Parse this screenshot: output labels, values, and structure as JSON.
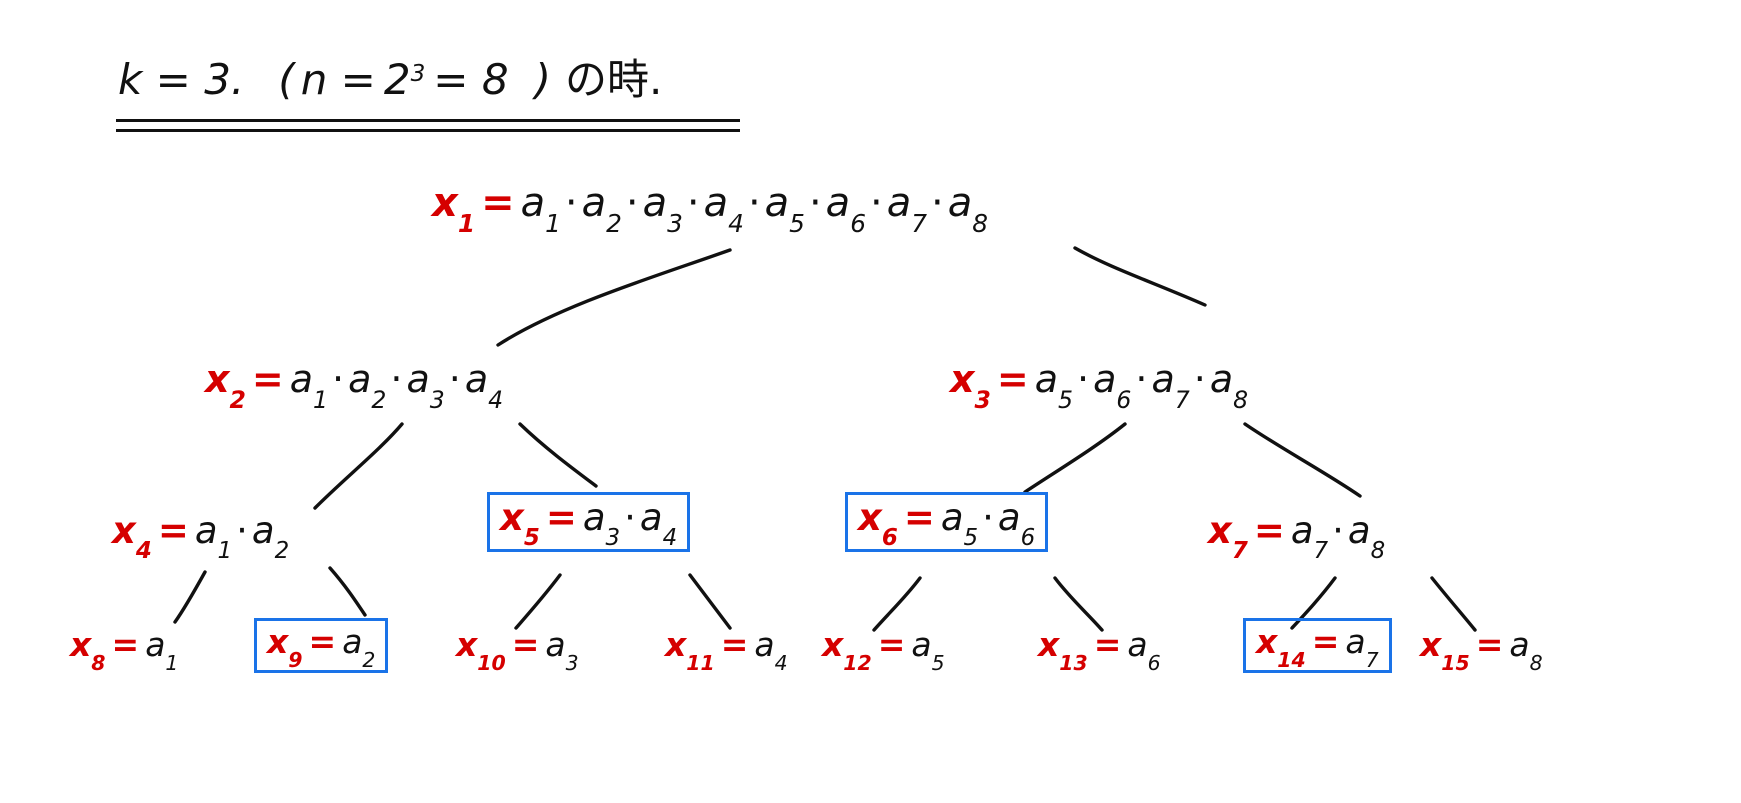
{
  "title": {
    "k_part": "k = 3.",
    "paren_open": "(",
    "n_eq": "n =",
    "base": "2",
    "exponent": "3",
    "equals8": "= 8",
    "paren_close": ")",
    "japanese": "の時.",
    "full_text": "k = 3.  ( n = 2³ = 8 )  の時."
  },
  "colors": {
    "label_red": "#d50000",
    "term_black": "#111111",
    "box_blue": "#1a73e8",
    "background": "#ffffff"
  },
  "tree": {
    "description": "Binary product tree for k=3 (n=8) segment-tree style decomposition",
    "levels": [
      {
        "level": 1,
        "nodes": [
          {
            "id": "x1",
            "label": "x",
            "index": "1",
            "equals": "=",
            "terms": [
              "a1",
              "a2",
              "a3",
              "a4",
              "a5",
              "a6",
              "a7",
              "a8"
            ],
            "term_letters": [
              "a",
              "a",
              "a",
              "a",
              "a",
              "a",
              "a",
              "a"
            ],
            "term_subs": [
              "1",
              "2",
              "3",
              "4",
              "5",
              "6",
              "7",
              "8"
            ],
            "boxed": false,
            "expression": "x1 = a1 · a2 · a3 · a4 · a5 · a6 · a7 · a8"
          }
        ]
      },
      {
        "level": 2,
        "nodes": [
          {
            "id": "x2",
            "label": "x",
            "index": "2",
            "equals": "=",
            "term_letters": [
              "a",
              "a",
              "a",
              "a"
            ],
            "term_subs": [
              "1",
              "2",
              "3",
              "4"
            ],
            "boxed": false,
            "expression": "x2 = a1 · a2 · a3 · a4"
          },
          {
            "id": "x3",
            "label": "x",
            "index": "3",
            "equals": "=",
            "term_letters": [
              "a",
              "a",
              "a",
              "a"
            ],
            "term_subs": [
              "5",
              "6",
              "7",
              "8"
            ],
            "boxed": false,
            "expression": "x3 = a5 · a6 · a7 · a8"
          }
        ]
      },
      {
        "level": 3,
        "nodes": [
          {
            "id": "x4",
            "label": "x",
            "index": "4",
            "equals": "=",
            "term_letters": [
              "a",
              "a"
            ],
            "term_subs": [
              "1",
              "2"
            ],
            "boxed": false,
            "expression": "x4 = a1 · a2"
          },
          {
            "id": "x5",
            "label": "x",
            "index": "5",
            "equals": "=",
            "term_letters": [
              "a",
              "a"
            ],
            "term_subs": [
              "3",
              "4"
            ],
            "boxed": true,
            "expression": "x5 = a3 · a4"
          },
          {
            "id": "x6",
            "label": "x",
            "index": "6",
            "equals": "=",
            "term_letters": [
              "a",
              "a"
            ],
            "term_subs": [
              "5",
              "6"
            ],
            "boxed": true,
            "expression": "x6 = a5 · a6"
          },
          {
            "id": "x7",
            "label": "x",
            "index": "7",
            "equals": "=",
            "term_letters": [
              "a",
              "a"
            ],
            "term_subs": [
              "7",
              "8"
            ],
            "boxed": false,
            "expression": "x7 = a7 · a8"
          }
        ]
      },
      {
        "level": 4,
        "nodes": [
          {
            "id": "x8",
            "label": "x",
            "index": "8",
            "equals": "=",
            "term_letters": [
              "a"
            ],
            "term_subs": [
              "1"
            ],
            "boxed": false,
            "expression": "x8 = a1"
          },
          {
            "id": "x9",
            "label": "x",
            "index": "9",
            "equals": "=",
            "term_letters": [
              "a"
            ],
            "term_subs": [
              "2"
            ],
            "boxed": true,
            "expression": "x9 = a2"
          },
          {
            "id": "x10",
            "label": "x",
            "index": "10",
            "equals": "=",
            "term_letters": [
              "a"
            ],
            "term_subs": [
              "3"
            ],
            "boxed": false,
            "expression": "x10 = a3"
          },
          {
            "id": "x11",
            "label": "x",
            "index": "11",
            "equals": "=",
            "term_letters": [
              "a"
            ],
            "term_subs": [
              "4"
            ],
            "boxed": false,
            "expression": "x11 = a4"
          },
          {
            "id": "x12",
            "label": "x",
            "index": "12",
            "equals": "=",
            "term_letters": [
              "a"
            ],
            "term_subs": [
              "5"
            ],
            "boxed": false,
            "expression": "x12 = a5"
          },
          {
            "id": "x13",
            "label": "x",
            "index": "13",
            "equals": "=",
            "term_letters": [
              "a"
            ],
            "term_subs": [
              "6"
            ],
            "boxed": false,
            "expression": "x13 = a6"
          },
          {
            "id": "x14",
            "label": "x",
            "index": "14",
            "equals": "=",
            "term_letters": [
              "a"
            ],
            "term_subs": [
              "7"
            ],
            "boxed": true,
            "expression": "x14 = a7"
          },
          {
            "id": "x15",
            "label": "x",
            "index": "15",
            "equals": "=",
            "term_letters": [
              "a"
            ],
            "term_subs": [
              "8"
            ],
            "boxed": false,
            "expression": "x15 = a8"
          }
        ]
      }
    ],
    "edges": [
      {
        "from": "x1",
        "to": "x2"
      },
      {
        "from": "x1",
        "to": "x3"
      },
      {
        "from": "x2",
        "to": "x4"
      },
      {
        "from": "x2",
        "to": "x5"
      },
      {
        "from": "x3",
        "to": "x6"
      },
      {
        "from": "x3",
        "to": "x7"
      },
      {
        "from": "x4",
        "to": "x8"
      },
      {
        "from": "x4",
        "to": "x9"
      },
      {
        "from": "x5",
        "to": "x10"
      },
      {
        "from": "x5",
        "to": "x11"
      },
      {
        "from": "x6",
        "to": "x12"
      },
      {
        "from": "x6",
        "to": "x13"
      },
      {
        "from": "x7",
        "to": "x14"
      },
      {
        "from": "x7",
        "to": "x15"
      }
    ]
  }
}
